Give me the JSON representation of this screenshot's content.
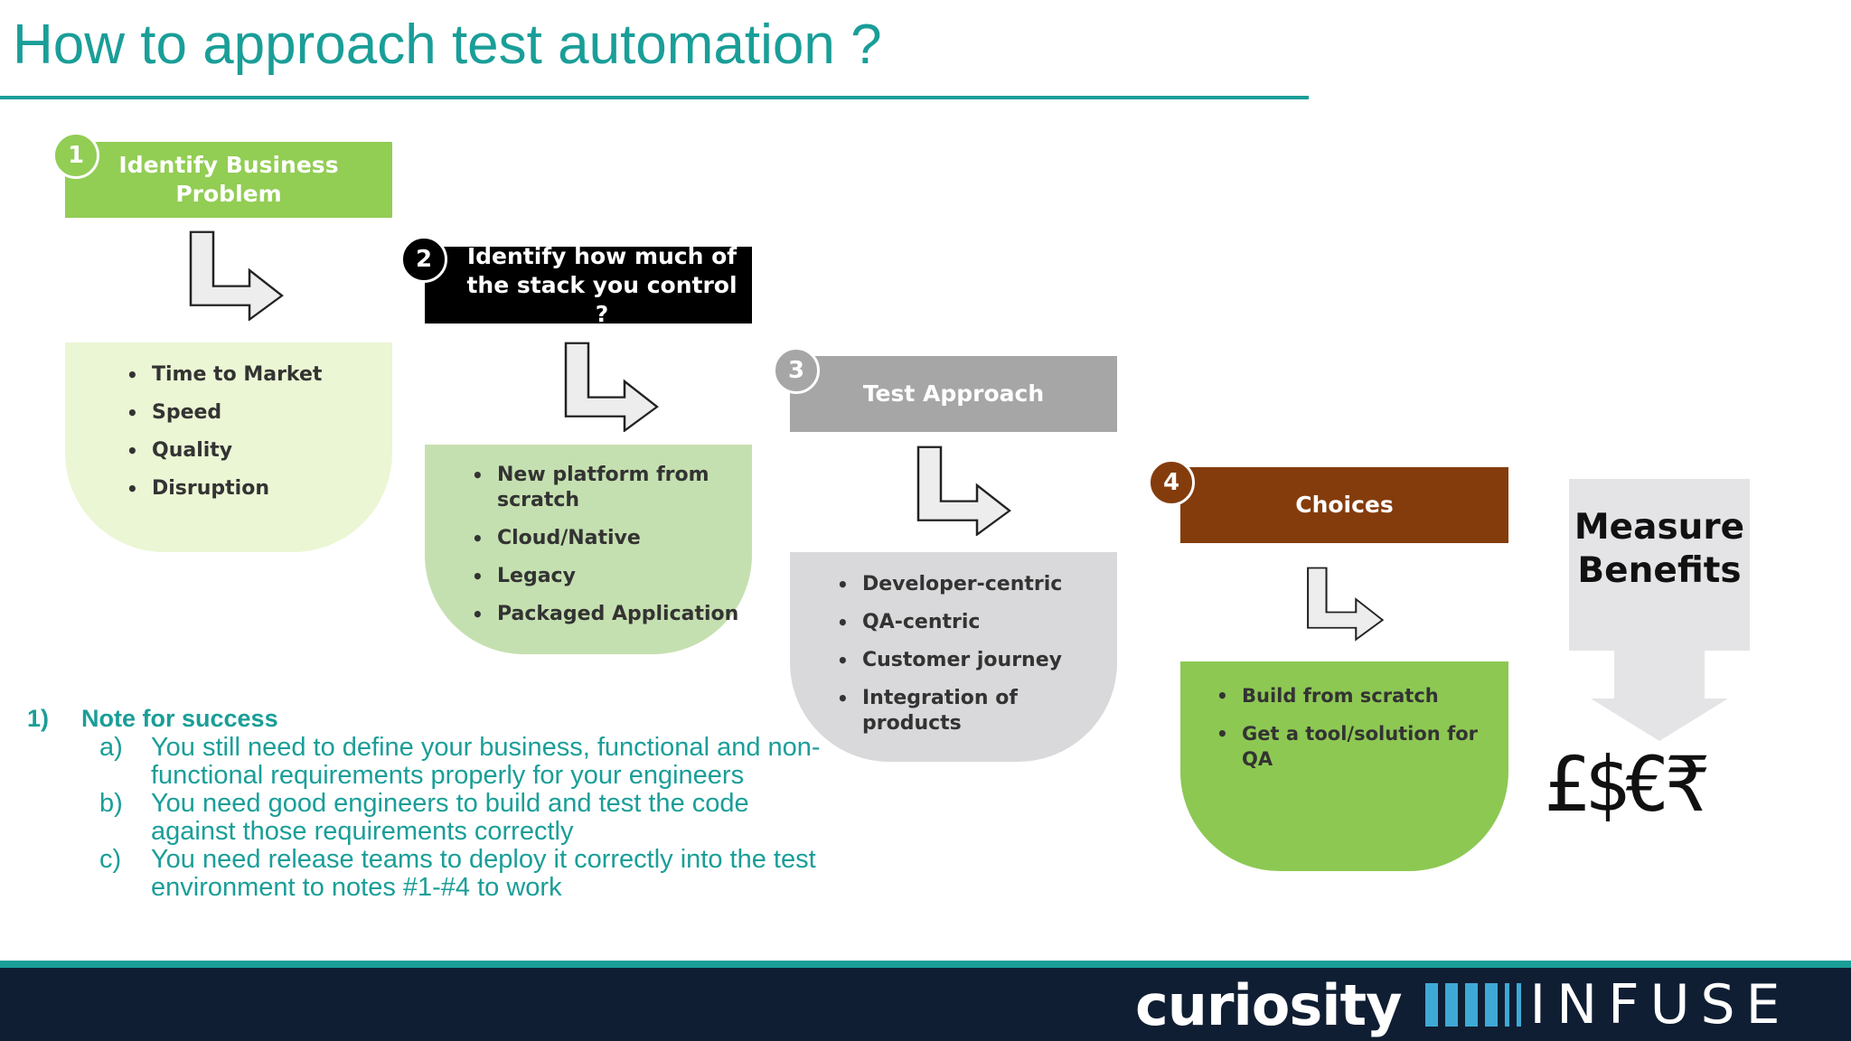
{
  "title": "How to approach test automation ?",
  "steps": [
    {
      "number": "1",
      "header": "Identify Business Problem",
      "items": [
        "Time to Market",
        "Speed",
        "Quality",
        "Disruption"
      ]
    },
    {
      "number": "2",
      "header": "Identify how much of the stack you control ?",
      "items": [
        "New platform from scratch",
        "Cloud/Native",
        "Legacy",
        "Packaged Application"
      ]
    },
    {
      "number": "3",
      "header": "Test Approach",
      "items": [
        "Developer-centric",
        "QA-centric",
        "Customer journey",
        "Integration of products"
      ]
    },
    {
      "number": "4",
      "header": "Choices",
      "items": [
        "Build from scratch",
        "Get a tool/solution for QA"
      ]
    }
  ],
  "measure": {
    "label": "Measure Benefits",
    "currency": "£$€₹"
  },
  "note": {
    "number": "1)",
    "title": "Note for success",
    "items": [
      {
        "letter": "a)",
        "text": "You still need to define your business, functional and non-functional requirements properly for your engineers"
      },
      {
        "letter": "b)",
        "text": "You need good engineers to build and test the code against those requirements correctly"
      },
      {
        "letter": "c)",
        "text": "You need release teams to deploy it correctly into the test environment to notes #1-#4 to work"
      }
    ]
  },
  "footer": {
    "brand": "curiosity",
    "product": "INFUSE"
  },
  "colors": {
    "teal": "#1a9e98",
    "step1": "#92cd54",
    "step1_card": "#ebf6d4",
    "step2": "#000000",
    "step2_card": "#c5e0b0",
    "step3": "#a6a6a6",
    "step3_card": "#d9d9db",
    "step4": "#843c0c",
    "step4_card": "#8dc853",
    "footer": "#0f1e33"
  }
}
